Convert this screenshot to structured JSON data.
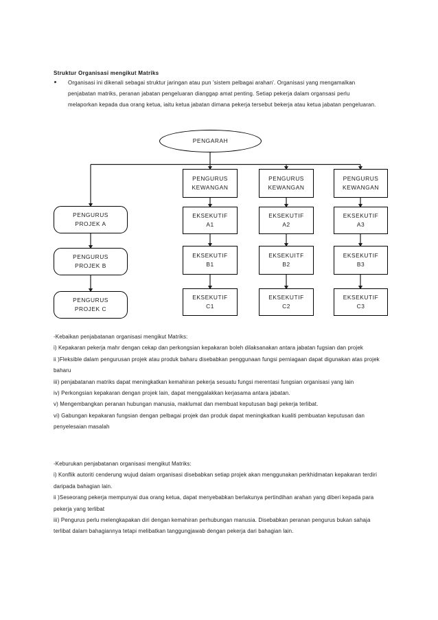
{
  "document": {
    "heading": "Struktur Organisasi  mengikut Matriks",
    "intro_bullet": "Organisasi ini dikenali sebagai struktur jaringan atau pun 'sistem pelbagai arahan'. Organisasi yang mengamalkan penjabatan matriks, peranan jabatan pengeluaran dianggap amat penting. Setiap pekerja dalam organsasi perlu melaporkan kepada dua orang ketua, iaitu ketua jabatan dimana pekerja tersebut bekerja atau ketua jabatan pengeluaran."
  },
  "diagram": {
    "type": "matrix-organisation-chart",
    "root": {
      "label_line1": "PENGARAH",
      "label_line2": "",
      "shape": "ellipse"
    },
    "project_column": [
      {
        "line1": "PENGURUS",
        "line2": "PROJEK A",
        "shape": "rounded-rect"
      },
      {
        "line1": "PENGURUS",
        "line2": "PROJEK B",
        "shape": "rounded-rect"
      },
      {
        "line1": "PENGURUS",
        "line2": "PROJEK C",
        "shape": "rounded-rect"
      }
    ],
    "function_columns": [
      {
        "manager": {
          "line1": "PENGURUS",
          "line2": "KEWANGAN"
        },
        "executives": [
          {
            "line1": "EKSEKUTIF",
            "line2": "A1"
          },
          {
            "line1": "EKSEKUTIF",
            "line2": "B1"
          },
          {
            "line1": "EKSEKUTIF",
            "line2": "C1"
          }
        ]
      },
      {
        "manager": {
          "line1": "PENGURUS",
          "line2": "KEWANGAN"
        },
        "executives": [
          {
            "line1": "EKSEKUTIF",
            "line2": "A2"
          },
          {
            "line1": "EKSEKUITF",
            "line2": "B2"
          },
          {
            "line1": "EKSEKUTIF",
            "line2": "C2"
          }
        ]
      },
      {
        "manager": {
          "line1": "PENGURUS",
          "line2": "KEWANGAN"
        },
        "executives": [
          {
            "line1": "EKSEKUTIF",
            "line2": "A3"
          },
          {
            "line1": "EKSEKUTIF",
            "line2": "B3"
          },
          {
            "line1": "EKSEKUTIF",
            "line2": "C3"
          }
        ]
      }
    ],
    "line_color": "#000000"
  },
  "advantages": {
    "title": "-Kebaikan penjabatanan organisasi mengikut Matriks:",
    "items": [
      "i) Kepakaran pekerja mahr dengan cekap dan perkongsian kepakaran boleh dilaksanakan antara  jabatan fugsian dan projek",
      "ii )Fleksible dalam pengurusan projek atau produk baharu disebabkan penggunaan fungsi perniagaan dapat digunakan atas projek baharu",
      "iii) penjabatanan matriks dapat meningkatkan kemahiran pekerja sesuatu fungsi merentasi fungsian organisasi yang lain",
      "iv) Perkongsian kepakaran dengan projek lain, dapat menggalakkan kerjasama  antara jabatan.",
      "v) Mengembangkan  peranan hubungan manusia, maklumat dan membuat  keputusan bagi pekerja terlibat.",
      "vi) Gabungan kepakaran fungsian dengan pelbagai projek dan produk dapat meningkatkan kualiti pembuatan keputusan dan penyelesaian masalah"
    ]
  },
  "disadvantages": {
    "title": "-Keburukan penjabatanan organisasi mengikut Matriks:",
    "items": [
      "i) Konflik autoriti cenderung wujud dalam organisasi disebabkan setiap projek akan menggunakan perkhidmatan kepakaran terdiri daripada bahagian lain.",
      "ii )Seseorang pekerja mempunyai dua orang ketua, dapat menyebabkan  berlakunya pertindihan arahan yang diberi kepada para pekerja yang terlibat",
      "iii) Pengurus perlu melengkapakan diri dengan kemahiran perhubungan manusia. Disebabkan peranan pengurus  bukan sahaja terlibat dalam bahagiannya tetapi melibatkan tanggungjawab dengan pekerja dari bahagian lain."
    ]
  }
}
